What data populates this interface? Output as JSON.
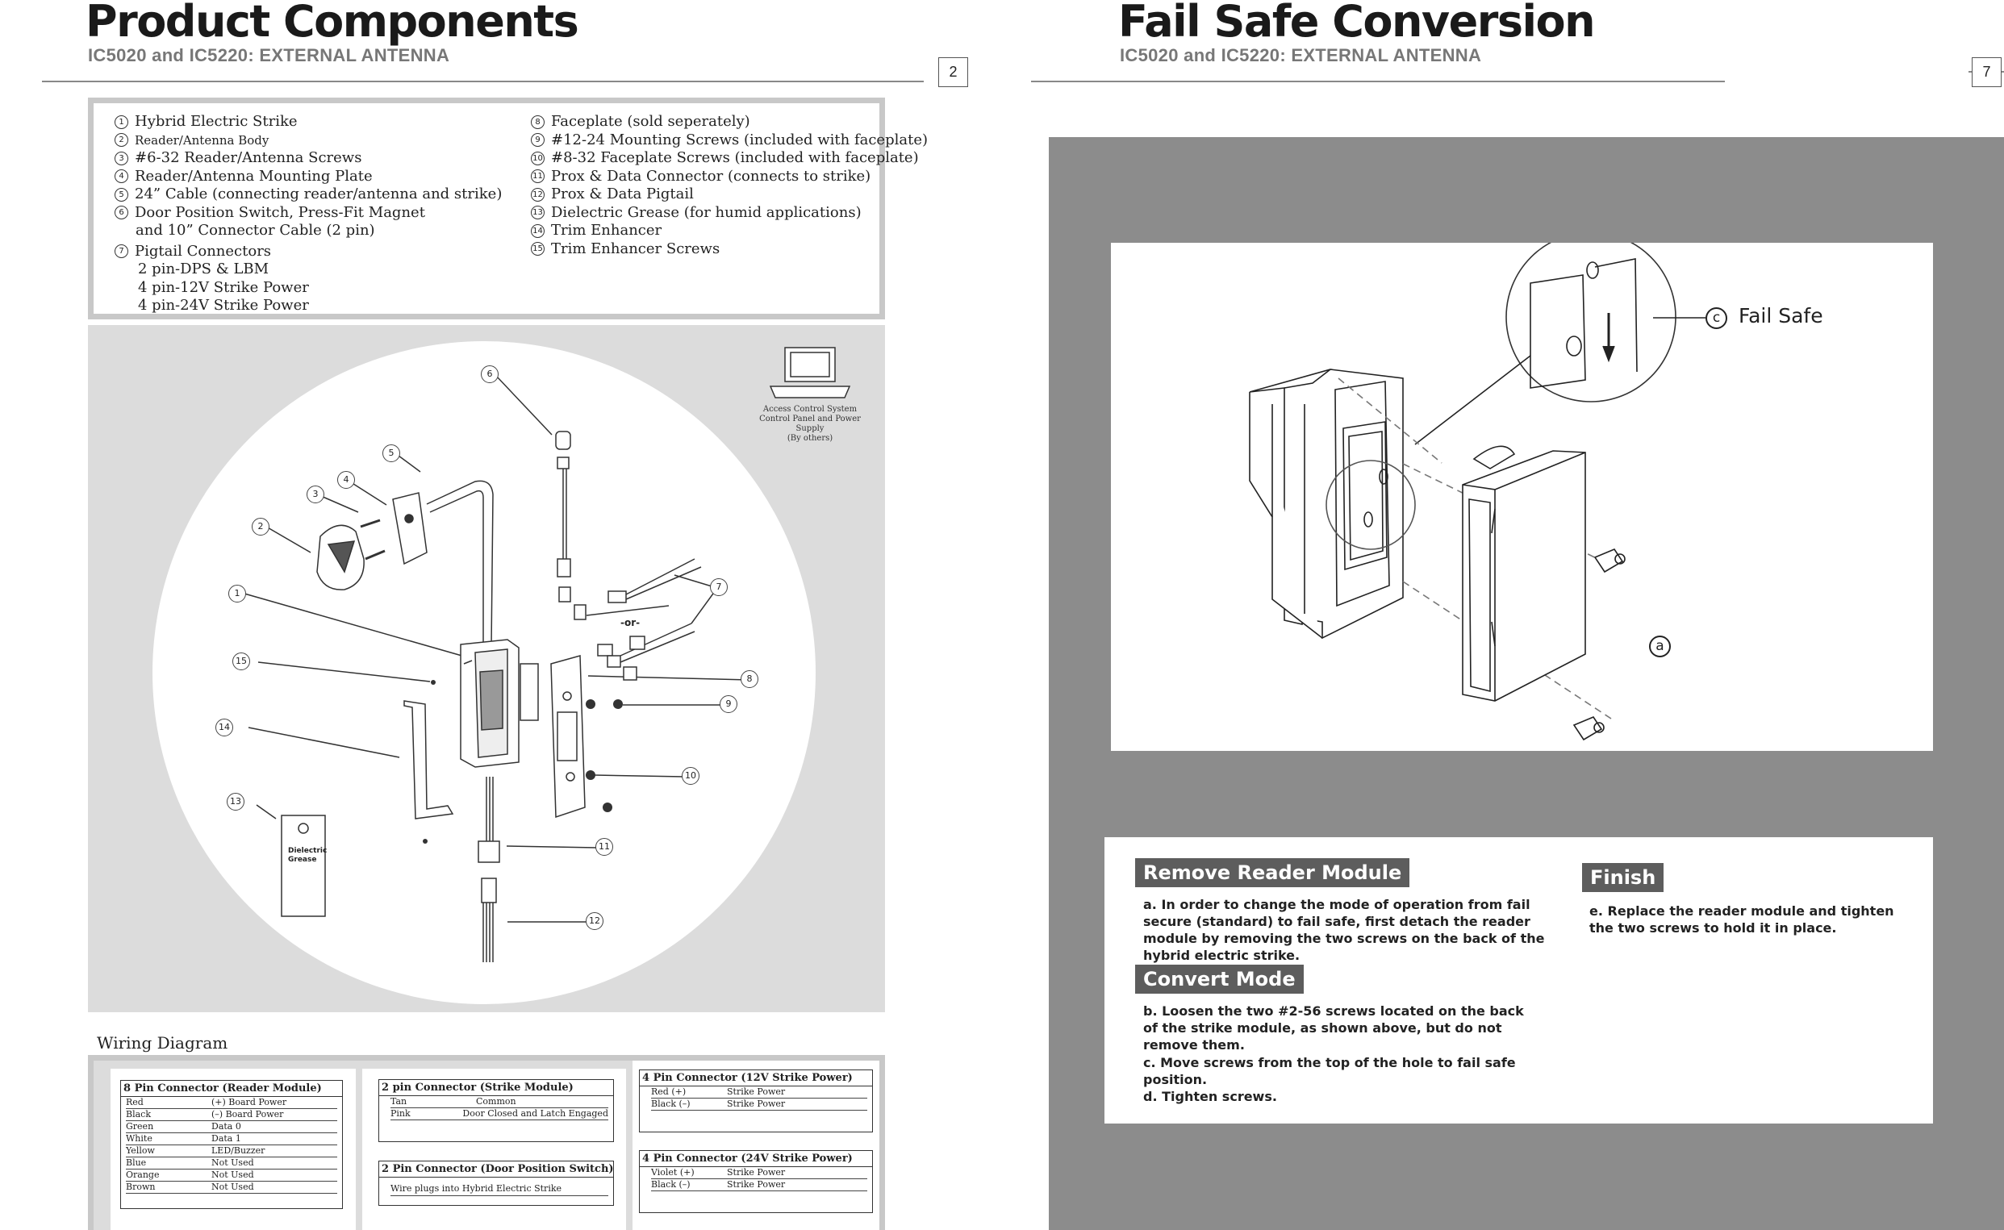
{
  "left_page": {
    "title": "Product Components",
    "subtitle": "IC5020 and IC5220: EXTERNAL ANTENNA",
    "page_number": "2",
    "components_left": [
      {
        "num": "1",
        "label": "Hybrid Electric Strike"
      },
      {
        "num": "2",
        "label": "Reader/Antenna Body"
      },
      {
        "num": "3",
        "label": "#6-32 Reader/Antenna Screws"
      },
      {
        "num": "4",
        "label": "Reader/Antenna Mounting Plate"
      },
      {
        "num": "5",
        "label": "24” Cable (connecting reader/antenna and strike)"
      },
      {
        "num": "6",
        "label": "Door Position Switch, Press-Fit Magnet"
      },
      {
        "num": "7",
        "label": "Pigtail Connectors"
      }
    ],
    "component_6_cont": "and 10” Connector Cable (2 pin)",
    "component_7_sub": [
      "2 pin-DPS & LBM",
      "4 pin-12V Strike Power",
      "4 pin-24V Strike Power"
    ],
    "components_right": [
      {
        "num": "8",
        "label": "Faceplate (sold seperately)"
      },
      {
        "num": "9",
        "label": "#12-24 Mounting Screws (included with faceplate)"
      },
      {
        "num": "10",
        "label": "#8-32 Faceplate Screws (included with faceplate)"
      },
      {
        "num": "11",
        "label": "Prox & Data Connector (connects to strike)"
      },
      {
        "num": "12",
        "label": "Prox & Data Pigtail"
      },
      {
        "num": "13",
        "label": "Dielectric Grease (for humid applications)"
      },
      {
        "num": "14",
        "label": "Trim Enhancer"
      },
      {
        "num": "15",
        "label": "Trim Enhancer Screws"
      }
    ],
    "diagram": {
      "callouts": [
        "1",
        "2",
        "3",
        "4",
        "5",
        "6",
        "7",
        "8",
        "9",
        "10",
        "11",
        "12",
        "13",
        "14",
        "15"
      ],
      "acs_label_lines": [
        "Access Control System",
        "Control Panel and Power Supply",
        "(By others)"
      ],
      "grease_lines": [
        "Dielectric",
        "Grease"
      ],
      "or_label": "-or-"
    },
    "wiring": {
      "title": "Wiring Diagram",
      "pin8": {
        "title": "8 Pin Connector (Reader Module)",
        "rows": [
          [
            "Red",
            "(+) Board Power"
          ],
          [
            "Black",
            "(–) Board Power"
          ],
          [
            "Green",
            "Data 0"
          ],
          [
            "White",
            "Data 1"
          ],
          [
            "Yellow",
            "LED/Buzzer"
          ],
          [
            "Blue",
            "Not Used"
          ],
          [
            "Orange",
            "Not Used"
          ],
          [
            "Brown",
            "Not Used"
          ]
        ]
      },
      "pin2_strike": {
        "title": "2 pin Connector (Strike Module)",
        "rows": [
          [
            "Tan",
            "Common"
          ],
          [
            "Pink",
            "Door Closed and Latch Engaged"
          ]
        ]
      },
      "pin2_dps": {
        "title": "2 Pin Connector (Door Position Switch)",
        "note": "Wire plugs into Hybrid Electric Strike"
      },
      "pin4_12v": {
        "title": "4 Pin Connector (12V Strike Power)",
        "rows": [
          [
            "Red    (+)",
            "Strike Power"
          ],
          [
            "Black  (–)",
            "Strike Power"
          ]
        ]
      },
      "pin4_24v": {
        "title": "4 Pin Connector (24V Strike Power)",
        "rows": [
          [
            "Violet  (+)",
            "Strike Power"
          ],
          [
            "Black   (–)",
            "Strike Power"
          ]
        ]
      }
    }
  },
  "right_page": {
    "title": "Fail Safe Conversion",
    "subtitle": "IC5020 and IC5220: EXTERNAL ANTENNA",
    "page_number": "7",
    "illustration": {
      "fail_safe_marker": "c",
      "fail_safe_label": "Fail Safe",
      "module_marker": "a"
    },
    "remove": {
      "heading": "Remove Reader Module",
      "text": "a. In order to change the mode of operation from fail secure (standard) to fail safe, first detach the reader module by removing the two screws on the back of the hybrid electric strike."
    },
    "convert": {
      "heading": "Convert Mode",
      "step_b": "b. Loosen the two #2-56 screws located on the back of the strike module, as shown above, but do not remove them.",
      "step_c": "c. Move screws from the top of the hole to fail safe position.",
      "step_d": "d. Tighten screws."
    },
    "finish": {
      "heading": "Finish",
      "text": "e. Replace the reader module and tighten the two screws to hold it in place."
    }
  }
}
